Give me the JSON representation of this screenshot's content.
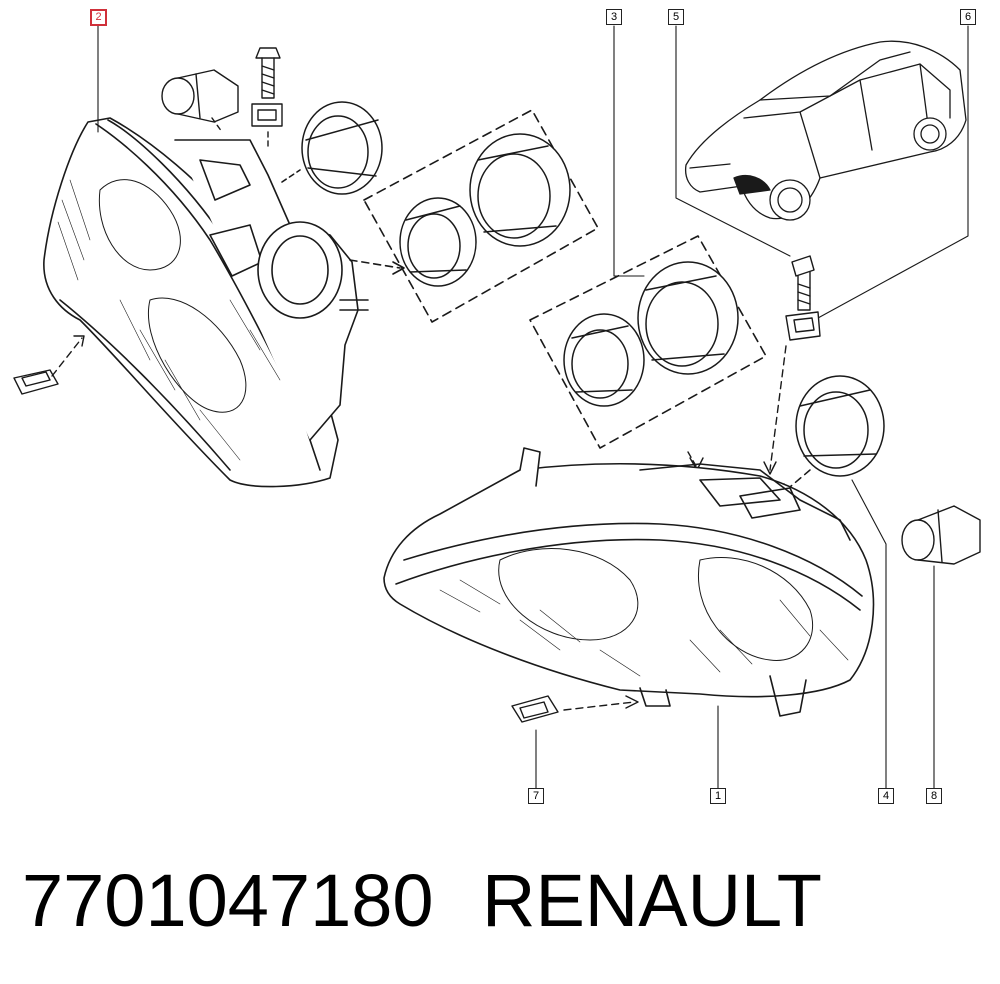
{
  "diagram": {
    "callouts": [
      {
        "id": "c1",
        "label": "1"
      },
      {
        "id": "c2",
        "label": "2",
        "highlighted": true
      },
      {
        "id": "c3",
        "label": "3"
      },
      {
        "id": "c4",
        "label": "4"
      },
      {
        "id": "c5",
        "label": "5"
      },
      {
        "id": "c6",
        "label": "6"
      },
      {
        "id": "c7",
        "label": "7"
      },
      {
        "id": "c8",
        "label": "8"
      }
    ],
    "colors": {
      "line": "#1a1a1a",
      "highlight": "#d0303a",
      "background": "#ffffff"
    }
  },
  "caption": {
    "part_number": "7701047180",
    "brand": "RENAULT"
  }
}
